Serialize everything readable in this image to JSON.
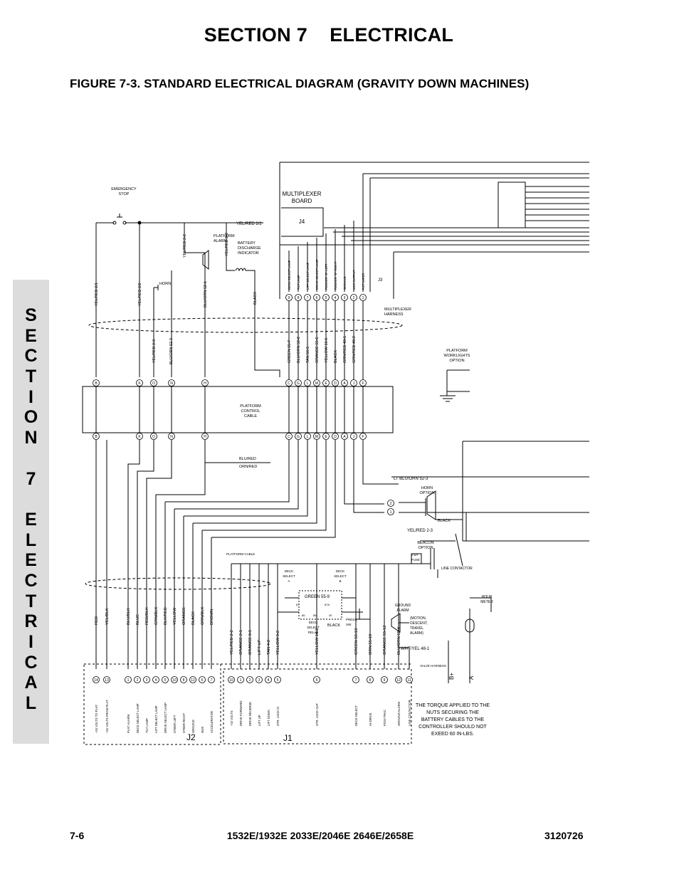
{
  "header": {
    "section_title": "SECTION 7    ELECTRICAL",
    "figure_title": "FIGURE 7-3. STANDARD ELECTRICAL DIAGRAM (GRAVITY DOWN MACHINES)"
  },
  "side_tab": {
    "letters": [
      "S",
      "E",
      "C",
      "T",
      "I",
      "O",
      "N",
      "",
      "7",
      "",
      "E",
      "L",
      "E",
      "C",
      "T",
      "R",
      "I",
      "C",
      "A",
      "L"
    ]
  },
  "diagram": {
    "labels": {
      "emergency_stop": [
        "EMERGENCY",
        "STOP"
      ],
      "multiplexer_board": [
        "MULTIPLEXER",
        "BOARD"
      ],
      "j4": "J4",
      "j3": "J3",
      "yel_red_top": "YEL/RED 2/2",
      "platform_alarm": [
        "PLATFORM",
        "ALARM"
      ],
      "battery_indicator": [
        "BATTERY",
        "DISCHARGE",
        "INDICATOR"
      ],
      "horn": "HORN",
      "multiplexer_harness": [
        "MULTIPLEXER",
        "HARNESS"
      ],
      "platform_worklights": [
        "PLATFORM",
        "WORKLIGHTS",
        "OPTION"
      ],
      "platform_control_cable": [
        "PLATFORM",
        "CONTROL",
        "CABLE"
      ],
      "blu_red": "BLU/RED",
      "orn_red": "ORN/RED",
      "lt_blu_orn": "LT BLU/ORN 52-3",
      "horn_option": [
        "HORN",
        "OPTION"
      ],
      "black": "BLACK",
      "yel_red_23": "YEL/RED 2-3",
      "beacon_option": [
        "BEACON",
        "OPTION"
      ],
      "fuse": [
        "0.5A",
        "FUSE"
      ],
      "line_contactor": "LINE CONTACTOR",
      "platform_cable": "PLATFORM CABLE",
      "deck_select_a": [
        "DECK",
        "SELECT",
        "A"
      ],
      "deck_select_b": [
        "DECK",
        "SELECT",
        "B"
      ],
      "green_55_9": "GREEN 55-9",
      "deck_select_relay": [
        "DECK",
        "SELECT",
        "RELAY"
      ],
      "black_relay": "BLACK",
      "pressure_sw": [
        "PRESS.",
        "SW."
      ],
      "ground_alarm": [
        "GROUND",
        "ALARM"
      ],
      "motion_alarm": [
        "(MOTION,",
        "DESCENT,",
        "TRAVEL",
        "ALARM)"
      ],
      "hour_meter": [
        "HOUR",
        "METER"
      ],
      "wht_yel": "WHT/YEL 48-1",
      "valve_harness": "VALVE HARNESS",
      "b_plus": "B+",
      "a_label": "A",
      "j2": "J2",
      "j1": "J1",
      "torque_note": [
        "THE TORQUE APPLIED TO THE",
        "NUTS SECURING THE",
        "BATTERY CABLES TO THE",
        "CONTROLLER SHOULD NOT",
        "EXEED 60 IN-LBS."
      ],
      "relay_pins": [
        "87",
        "87A",
        "86",
        "85",
        "30"
      ]
    },
    "j3_pins": [
      {
        "num": "9",
        "func": "DECK SELECT LAMP",
        "wire": "GREEN 55-7"
      },
      {
        "num": "8",
        "func": "TILT LAMP",
        "wire": "BLU/ORN 52-2"
      },
      {
        "num": "7",
        "func": "LIFT SELECT LAMP",
        "wire": "TAN 56-5"
      },
      {
        "num": "6",
        "func": "DRIVE SELECT LAMP",
        "wire": "ORANGE 55-6"
      },
      {
        "num": "5",
        "func": "ROCKER \"D\" LEFT",
        "wire": "YELLOW 16-1"
      },
      {
        "num": "4",
        "func": "ROCKER \"D\" RIGHT",
        "wire": "BLACK"
      },
      {
        "num": "3",
        "func": "GROUND",
        "wire": "ORN/RED 48-1"
      },
      {
        "num": "2",
        "func": "MUX OUTPUT",
        "wire": "GRN/RED 48-2"
      },
      {
        "num": "1",
        "func": "POT WIPER",
        "wire": ""
      }
    ],
    "cable_pins_left": [
      "B",
      "K",
      "O",
      "N",
      "H"
    ],
    "cable_pins_right": [
      "C",
      "G",
      "L",
      "M",
      "E",
      "D",
      "A",
      "J",
      "F"
    ],
    "upper_left_wires": [
      "YEL/RED 2/1",
      "YEL/RED 2/2",
      "YEL/RED 2-3",
      "BLU/ORN 52-3",
      "BLU/ORN 52-1",
      "BLACK",
      "YEL/RED 2-2"
    ],
    "j2_pins": [
      {
        "num": "14",
        "wire": "RED",
        "func": "+24 VOLTS TO PLAT."
      },
      {
        "num": "13",
        "wire": "YEL/BLK",
        "func": "+24 VOLTS FROM PLAT."
      },
      {
        "num": "1",
        "wire": "BLU/BLK",
        "func": "PLAT. ALARM"
      },
      {
        "num": "2",
        "wire": "BLUE",
        "func": "DECK SELECT LAMP"
      },
      {
        "num": "3",
        "wire": "RED/BLK",
        "func": "TILT LAMP"
      },
      {
        "num": "4",
        "wire": "GRN/BLK",
        "func": "LIFT SELECT LAMP"
      },
      {
        "num": "5",
        "wire": "BLK/RED",
        "func": "DRIVE SELECT LAMP"
      },
      {
        "num": "10",
        "wire": "YELLOW",
        "func": "STEER LEFT"
      },
      {
        "num": "8",
        "wire": "ORANGE",
        "func": "STEER RIGHT"
      },
      {
        "num": "12",
        "wire": "BLACK",
        "func": "GROUND"
      },
      {
        "num": "6",
        "wire": "ORN/BLK",
        "func": "MUX"
      },
      {
        "num": "7",
        "wire": "BROWN",
        "func": "ACCELERATOR"
      }
    ],
    "j1_pins": [
      {
        "num": "10",
        "wire": "YEL/RED 2-2",
        "func": "+24 VOLTS"
      },
      {
        "num": "1",
        "wire": "ORANGE 2-1",
        "func": "DRIVE FORWARD"
      },
      {
        "num": "2",
        "wire": "ORANGE 8-1",
        "func": "DRIVE REVERSE"
      },
      {
        "num": "3",
        "wire": "LIFT UP",
        "func": "LIFT UP"
      },
      {
        "num": "4",
        "wire": "TAN 4-2",
        "func": "LIFT DOWN"
      },
      {
        "num": "5",
        "wire": "YELLOW 9-2",
        "func": "STR. LOCK IN"
      },
      {
        "num": "6",
        "wire": "YELLOW 10-2",
        "func": "STR. LOCK OUT"
      },
      {
        "num": "7",
        "wire": "GREEN 55-13",
        "func": "DECK SELECT"
      },
      {
        "num": "8",
        "wire": "ORN 55-10",
        "func": "HI-DRIVE"
      },
      {
        "num": "9",
        "wire": "ORANGE 55-12",
        "func": "POSI-TRAC"
      },
      {
        "num": "12",
        "wire": "BLU/ORN 52-4",
        "func": "GROUND ALARM"
      },
      {
        "num": "11",
        "wire": "",
        "func": "LINE CONTACTOR"
      }
    ]
  },
  "footer": {
    "page": "7-6",
    "models": "1532E/1932E 2033E/2046E 2646E/2658E",
    "doc_number": "3120726"
  }
}
